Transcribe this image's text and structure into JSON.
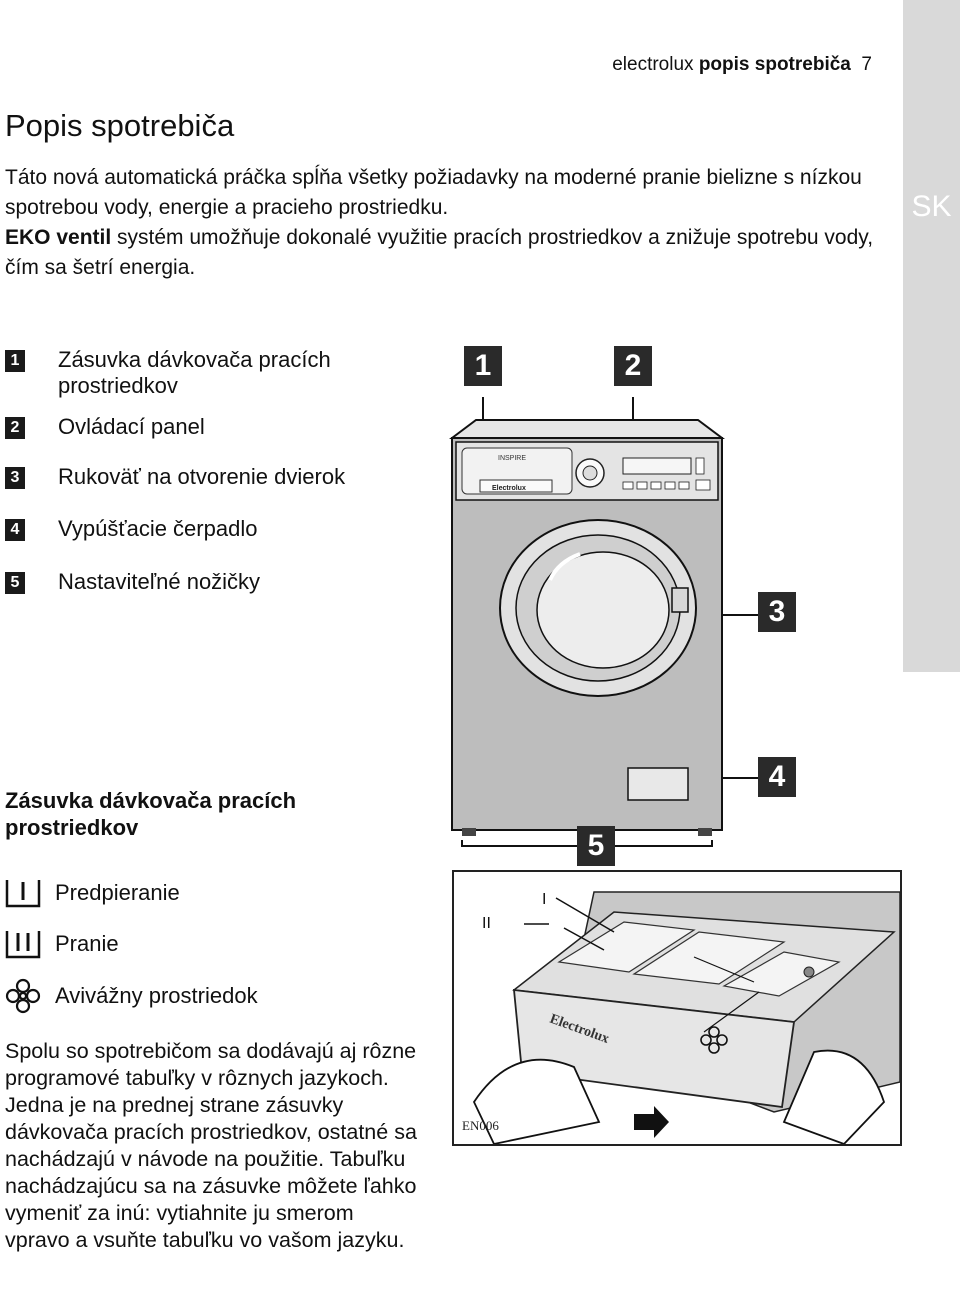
{
  "header": {
    "brand": "electrolux",
    "section": "popis spotrebiča",
    "page_number": "7"
  },
  "language_tab": "SK",
  "title": "Popis spotrebiča",
  "intro": {
    "p1": "Táto nová automatická práčka spĺňa všetky požiadavky na moderné pranie bielizne s nízkou spotrebou vody, energie a pracieho prostriedku.",
    "p2_bold": "EKO ventil",
    "p2_rest": " systém umožňuje dokonalé využitie pracích prostriedkov a znižuje spotrebu vody, čím sa šetrí energia."
  },
  "legend": [
    {
      "num": "1",
      "label": "Zásuvka dávkovača pracích prostriedkov"
    },
    {
      "num": "2",
      "label": "Ovládací panel"
    },
    {
      "num": "3",
      "label": "Rukoväť na otvorenie dvierok"
    },
    {
      "num": "4",
      "label": "Vypúšťacie čerpadlo"
    },
    {
      "num": "5",
      "label": "Nastaviteľné nožičky"
    }
  ],
  "callouts": [
    "1",
    "2",
    "3",
    "4",
    "5"
  ],
  "dispenser": {
    "title": "Zásuvka dávkovača pracích prostriedkov",
    "items": [
      {
        "symbol": "prewash-icon",
        "label": "Predpieranie"
      },
      {
        "symbol": "mainwash-icon",
        "label": "Pranie"
      },
      {
        "symbol": "flower-icon",
        "label": "Avivážny prostriedok"
      }
    ]
  },
  "body_text": "Spolu so spotrebičom sa dodávajú aj rôzne programové tabuľky v rôznych jazykoch. Jedna je na prednej strane zásuvky dávkovača pracích prostriedkov, ostatné sa nachádzajú v návode na použitie. Tabuľku nachádzajúcu sa na zásuvke môžete ľahko vymeniť za inú: vytiahnite ju smerom vpravo a vsuňte tabuľku vo vašom jazyku.",
  "machine_text": {
    "inspire": "INSPIRE",
    "brand": "Electrolux"
  },
  "drawer_marks": {
    "mark_ii": "II",
    "mark_i": "I"
  },
  "drawer_brand": "Electrolux",
  "figure_code": "EN006"
}
